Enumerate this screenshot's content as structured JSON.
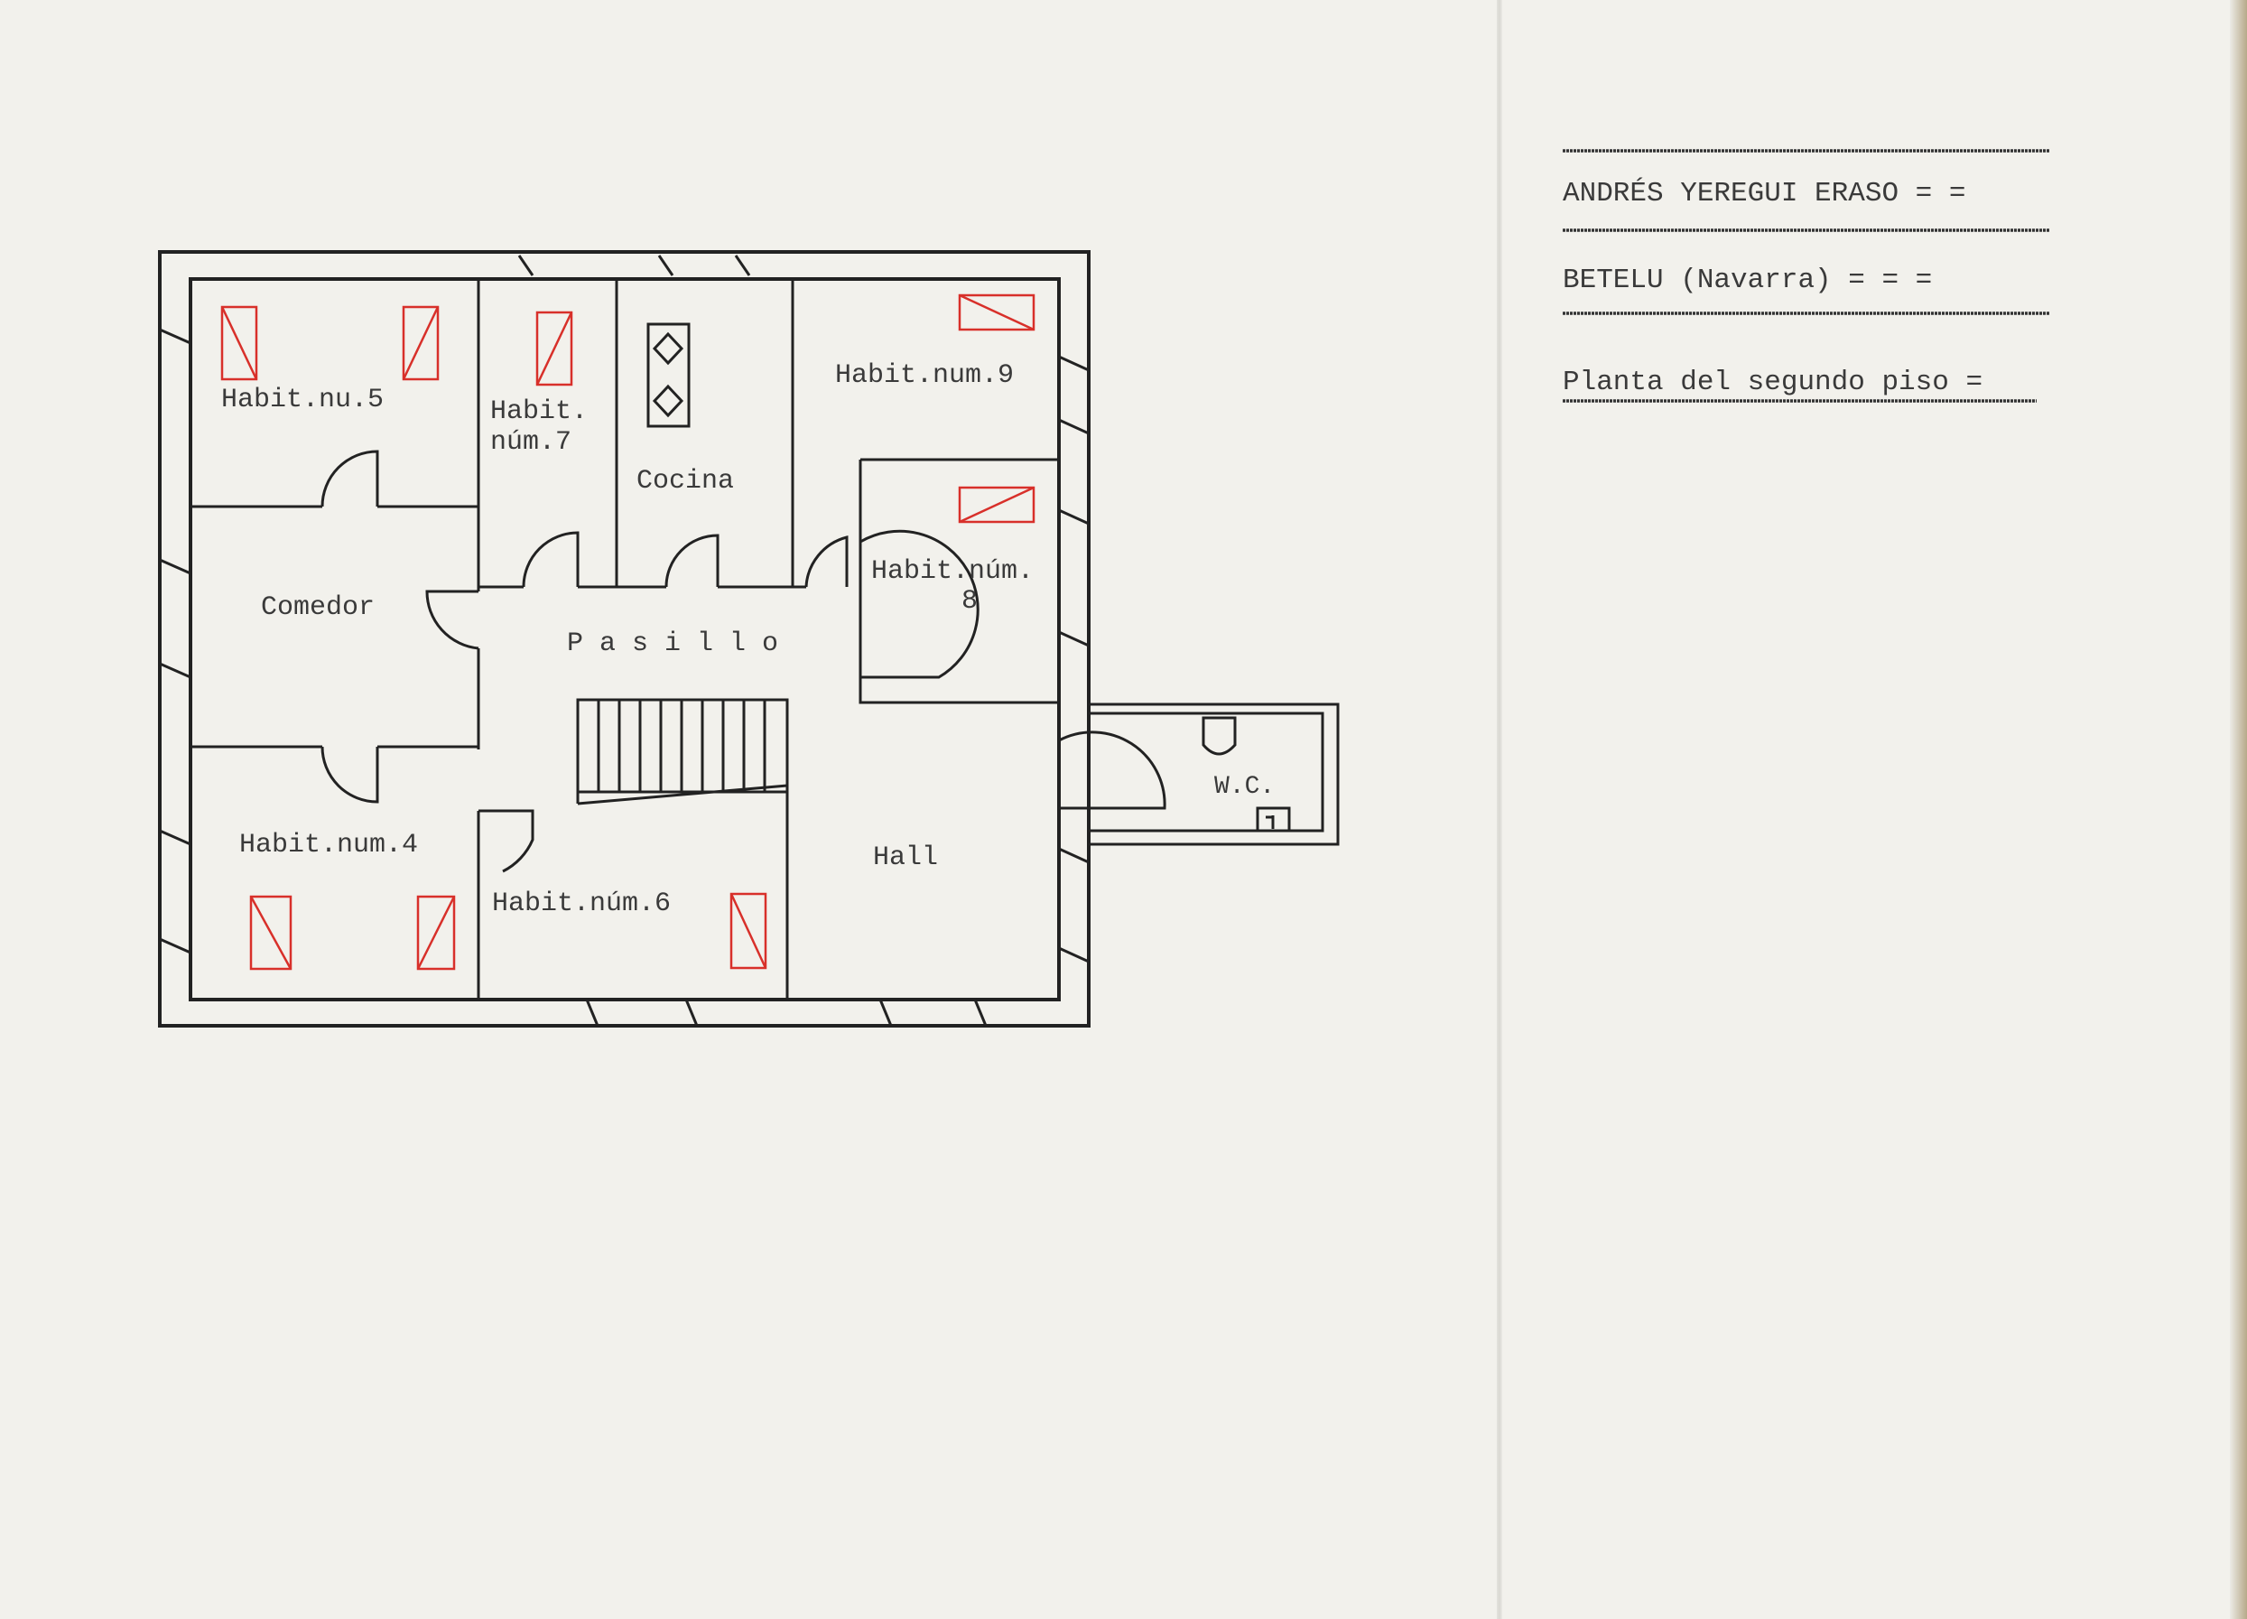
{
  "header": {
    "line1": "ANDRÉS YEREGUI ERASO =  =",
    "line2": "BETELU (Navarra) =   =   =",
    "line3": "Planta del segundo piso  ="
  },
  "rooms": {
    "habit5": "Habit.nu.5",
    "habit7_a": "Habit.",
    "habit7_b": "núm.7",
    "cocina": "Cocina",
    "habit9": "Habit.num.9",
    "habit8_a": "Habit.núm.",
    "habit8_b": "8",
    "comedor": "Comedor",
    "pasillo": "P a s i l l o",
    "habit4": "Habit.num.4",
    "habit6": "Habit.núm.6",
    "hall": "Hall",
    "wc": "W.C."
  },
  "colors": {
    "wall": "#222222",
    "bed": "#d8302a",
    "paper": "#f2f1ec"
  }
}
